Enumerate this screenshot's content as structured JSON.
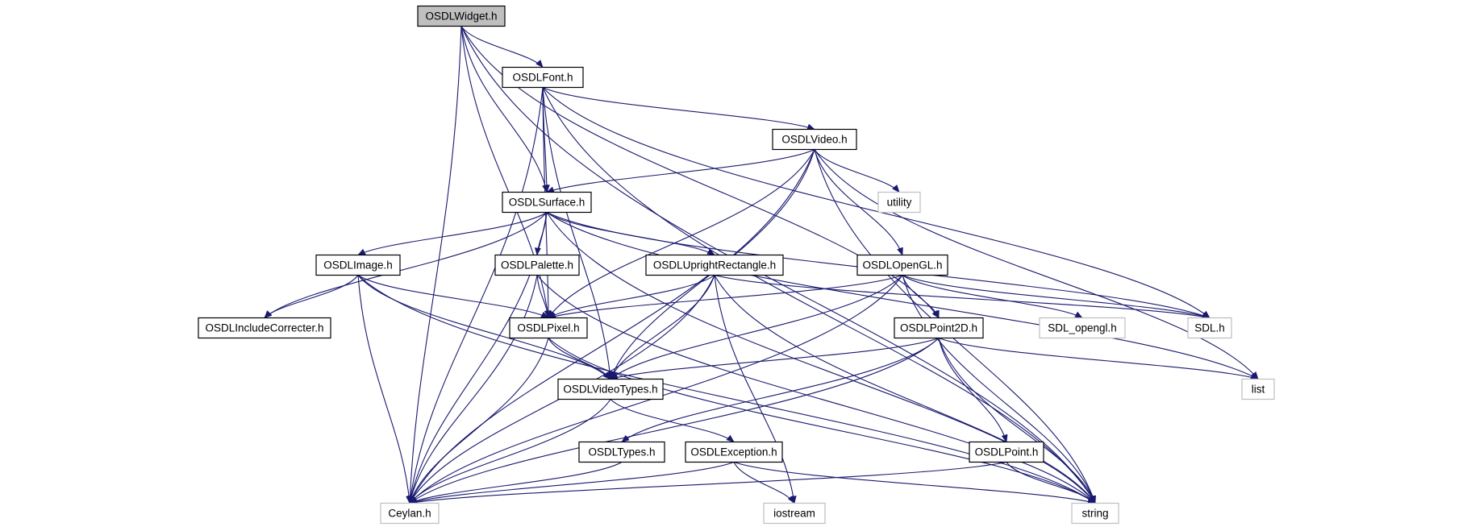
{
  "colors": {
    "edge": "#191970",
    "node_border": "#000000",
    "node_border_external": "#bfbfbf",
    "node_fill": "#ffffff",
    "root_fill": "#bfbfbf"
  },
  "nodes": [
    {
      "id": "osdlwidget",
      "label": "OSDLWidget.h",
      "kind": "root"
    },
    {
      "id": "osdlfont",
      "label": "OSDLFont.h",
      "kind": "header"
    },
    {
      "id": "osdlvideo",
      "label": "OSDLVideo.h",
      "kind": "header"
    },
    {
      "id": "osdlsurface",
      "label": "OSDLSurface.h",
      "kind": "header"
    },
    {
      "id": "utility",
      "label": "utility",
      "kind": "external"
    },
    {
      "id": "osdlimage",
      "label": "OSDLImage.h",
      "kind": "header"
    },
    {
      "id": "osdlpalette",
      "label": "OSDLPalette.h",
      "kind": "header"
    },
    {
      "id": "osdluprightrectangle",
      "label": "OSDLUprightRectangle.h",
      "kind": "header"
    },
    {
      "id": "osdlopengl",
      "label": "OSDLOpenGL.h",
      "kind": "header"
    },
    {
      "id": "osdlincludecorrecter",
      "label": "OSDLIncludeCorrecter.h",
      "kind": "header"
    },
    {
      "id": "osdlpixel",
      "label": "OSDLPixel.h",
      "kind": "header"
    },
    {
      "id": "osdlpoint2d",
      "label": "OSDLPoint2D.h",
      "kind": "header"
    },
    {
      "id": "sdl_opengl",
      "label": "SDL_opengl.h",
      "kind": "external"
    },
    {
      "id": "sdl",
      "label": "SDL.h",
      "kind": "external"
    },
    {
      "id": "osdlvideotypes",
      "label": "OSDLVideoTypes.h",
      "kind": "header"
    },
    {
      "id": "list",
      "label": "list",
      "kind": "external"
    },
    {
      "id": "osdltypes",
      "label": "OSDLTypes.h",
      "kind": "header"
    },
    {
      "id": "osdlexception",
      "label": "OSDLException.h",
      "kind": "header"
    },
    {
      "id": "osdlpoint",
      "label": "OSDLPoint.h",
      "kind": "header"
    },
    {
      "id": "ceylan",
      "label": "Ceylan.h",
      "kind": "external"
    },
    {
      "id": "iostream",
      "label": "iostream",
      "kind": "external"
    },
    {
      "id": "string",
      "label": "string",
      "kind": "external"
    }
  ],
  "edges": [
    [
      "osdlwidget",
      "osdlfont"
    ],
    [
      "osdlwidget",
      "osdlsurface"
    ],
    [
      "osdlwidget",
      "osdlpixel"
    ],
    [
      "osdlwidget",
      "osdlpoint2d"
    ],
    [
      "osdlwidget",
      "ceylan"
    ],
    [
      "osdlwidget",
      "string"
    ],
    [
      "osdlfont",
      "osdlvideo"
    ],
    [
      "osdlfont",
      "osdlsurface"
    ],
    [
      "osdlfont",
      "osdlpixel"
    ],
    [
      "osdlfont",
      "osdlvideotypes"
    ],
    [
      "osdlfont",
      "sdl"
    ],
    [
      "osdlfont",
      "ceylan"
    ],
    [
      "osdlfont",
      "string"
    ],
    [
      "osdlvideo",
      "osdlsurface"
    ],
    [
      "osdlvideo",
      "utility"
    ],
    [
      "osdlvideo",
      "osdlopengl"
    ],
    [
      "osdlvideo",
      "osdlpixel"
    ],
    [
      "osdlvideo",
      "osdlvideotypes"
    ],
    [
      "osdlvideo",
      "list"
    ],
    [
      "osdlvideo",
      "ceylan"
    ],
    [
      "osdlvideo",
      "string"
    ],
    [
      "osdlsurface",
      "osdlimage"
    ],
    [
      "osdlsurface",
      "osdlpalette"
    ],
    [
      "osdlsurface",
      "osdluprightrectangle"
    ],
    [
      "osdlsurface",
      "osdlincludecorrecter"
    ],
    [
      "osdlsurface",
      "sdl"
    ],
    [
      "osdlsurface",
      "list"
    ],
    [
      "osdlsurface",
      "ceylan"
    ],
    [
      "osdlsurface",
      "string"
    ],
    [
      "osdlimage",
      "osdlincludecorrecter"
    ],
    [
      "osdlimage",
      "osdlpixel"
    ],
    [
      "osdlimage",
      "osdlvideotypes"
    ],
    [
      "osdlimage",
      "ceylan"
    ],
    [
      "osdlimage",
      "string"
    ],
    [
      "osdlpalette",
      "osdlpixel"
    ],
    [
      "osdlpalette",
      "ceylan"
    ],
    [
      "osdlpalette",
      "string"
    ],
    [
      "osdluprightrectangle",
      "osdlpixel"
    ],
    [
      "osdluprightrectangle",
      "osdlvideotypes"
    ],
    [
      "osdluprightrectangle",
      "sdl"
    ],
    [
      "osdluprightrectangle",
      "ceylan"
    ],
    [
      "osdluprightrectangle",
      "iostream"
    ],
    [
      "osdluprightrectangle",
      "string"
    ],
    [
      "osdlopengl",
      "osdlpixel"
    ],
    [
      "osdlopengl",
      "osdlpoint2d"
    ],
    [
      "osdlopengl",
      "sdl_opengl"
    ],
    [
      "osdlopengl",
      "sdl"
    ],
    [
      "osdlopengl",
      "osdlvideotypes"
    ],
    [
      "osdlopengl",
      "ceylan"
    ],
    [
      "osdlopengl",
      "string"
    ],
    [
      "osdlpixel",
      "osdlvideotypes"
    ],
    [
      "osdlpixel",
      "ceylan"
    ],
    [
      "osdlpixel",
      "string"
    ],
    [
      "osdlpoint2d",
      "osdlvideotypes"
    ],
    [
      "osdlpoint2d",
      "osdltypes"
    ],
    [
      "osdlpoint2d",
      "osdlpoint"
    ],
    [
      "osdlpoint2d",
      "list"
    ],
    [
      "osdlpoint2d",
      "ceylan"
    ],
    [
      "osdlpoint2d",
      "string"
    ],
    [
      "osdlvideotypes",
      "osdlexception"
    ],
    [
      "osdlvideotypes",
      "ceylan"
    ],
    [
      "osdltypes",
      "ceylan"
    ],
    [
      "osdlexception",
      "ceylan"
    ],
    [
      "osdlexception",
      "iostream"
    ],
    [
      "osdlexception",
      "string"
    ],
    [
      "osdlpoint",
      "ceylan"
    ],
    [
      "osdlpoint",
      "string"
    ]
  ]
}
